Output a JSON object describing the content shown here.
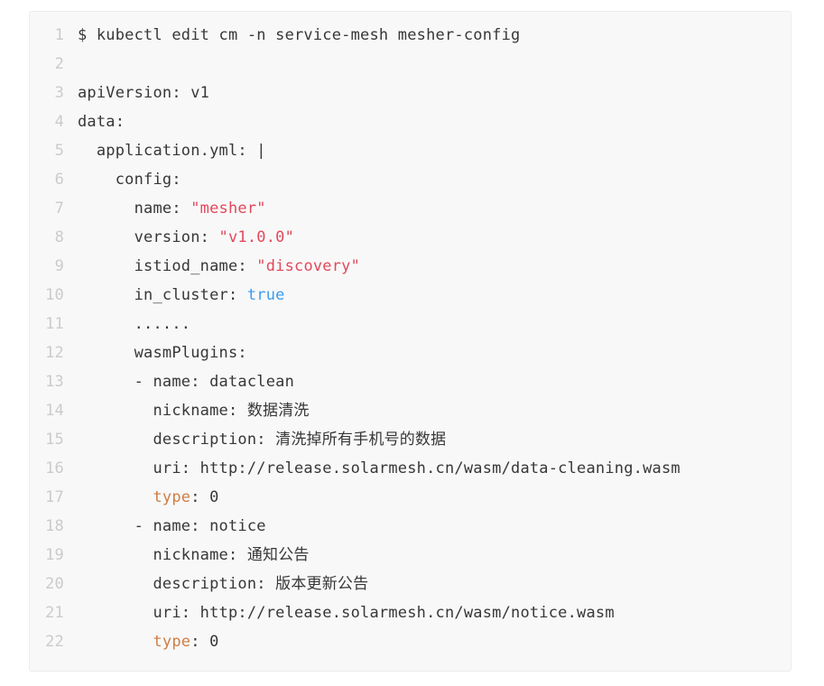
{
  "code_block": {
    "background": "#f8f8f8",
    "border_color": "#ececec",
    "colors": {
      "text": "#373737",
      "line_number": "#cbcbcb",
      "string": "#e2495c",
      "boolean": "#3b9df0",
      "keyword": "#cf7d45"
    },
    "lines": [
      {
        "num": "1",
        "segments": [
          {
            "t": "$ kubectl edit cm -n service-mesh mesher-config",
            "c": "plain"
          }
        ]
      },
      {
        "num": "2",
        "segments": []
      },
      {
        "num": "3",
        "segments": [
          {
            "t": "apiVersion: v1",
            "c": "plain"
          }
        ]
      },
      {
        "num": "4",
        "segments": [
          {
            "t": "data:",
            "c": "plain"
          }
        ]
      },
      {
        "num": "5",
        "segments": [
          {
            "t": "  application.yml: |",
            "c": "plain"
          }
        ]
      },
      {
        "num": "6",
        "segments": [
          {
            "t": "    config:",
            "c": "plain"
          }
        ]
      },
      {
        "num": "7",
        "segments": [
          {
            "t": "      name: ",
            "c": "plain"
          },
          {
            "t": "\"mesher\"",
            "c": "string"
          }
        ]
      },
      {
        "num": "8",
        "segments": [
          {
            "t": "      version: ",
            "c": "plain"
          },
          {
            "t": "\"v1.0.0\"",
            "c": "string"
          }
        ]
      },
      {
        "num": "9",
        "segments": [
          {
            "t": "      istiod_name: ",
            "c": "plain"
          },
          {
            "t": "\"discovery\"",
            "c": "string"
          }
        ]
      },
      {
        "num": "10",
        "segments": [
          {
            "t": "      in_cluster: ",
            "c": "plain"
          },
          {
            "t": "true",
            "c": "boolean"
          }
        ]
      },
      {
        "num": "11",
        "segments": [
          {
            "t": "      ......",
            "c": "plain"
          }
        ]
      },
      {
        "num": "12",
        "segments": [
          {
            "t": "      wasmPlugins:",
            "c": "plain"
          }
        ]
      },
      {
        "num": "13",
        "segments": [
          {
            "t": "      - name: dataclean",
            "c": "plain"
          }
        ]
      },
      {
        "num": "14",
        "segments": [
          {
            "t": "        nickname: 数据清洗",
            "c": "plain"
          }
        ]
      },
      {
        "num": "15",
        "segments": [
          {
            "t": "        description: 清洗掉所有手机号的数据",
            "c": "plain"
          }
        ]
      },
      {
        "num": "16",
        "segments": [
          {
            "t": "        uri: http://release.solarmesh.cn/wasm/data-cleaning.wasm",
            "c": "plain"
          }
        ]
      },
      {
        "num": "17",
        "segments": [
          {
            "t": "        ",
            "c": "plain"
          },
          {
            "t": "type",
            "c": "keyword"
          },
          {
            "t": ": 0",
            "c": "plain"
          }
        ]
      },
      {
        "num": "18",
        "segments": [
          {
            "t": "      - name: notice",
            "c": "plain"
          }
        ]
      },
      {
        "num": "19",
        "segments": [
          {
            "t": "        nickname: 通知公告",
            "c": "plain"
          }
        ]
      },
      {
        "num": "20",
        "segments": [
          {
            "t": "        description: 版本更新公告",
            "c": "plain"
          }
        ]
      },
      {
        "num": "21",
        "segments": [
          {
            "t": "        uri: http://release.solarmesh.cn/wasm/notice.wasm",
            "c": "plain"
          }
        ]
      },
      {
        "num": "22",
        "segments": [
          {
            "t": "        ",
            "c": "plain"
          },
          {
            "t": "type",
            "c": "keyword"
          },
          {
            "t": ": 0",
            "c": "plain"
          }
        ]
      }
    ]
  }
}
